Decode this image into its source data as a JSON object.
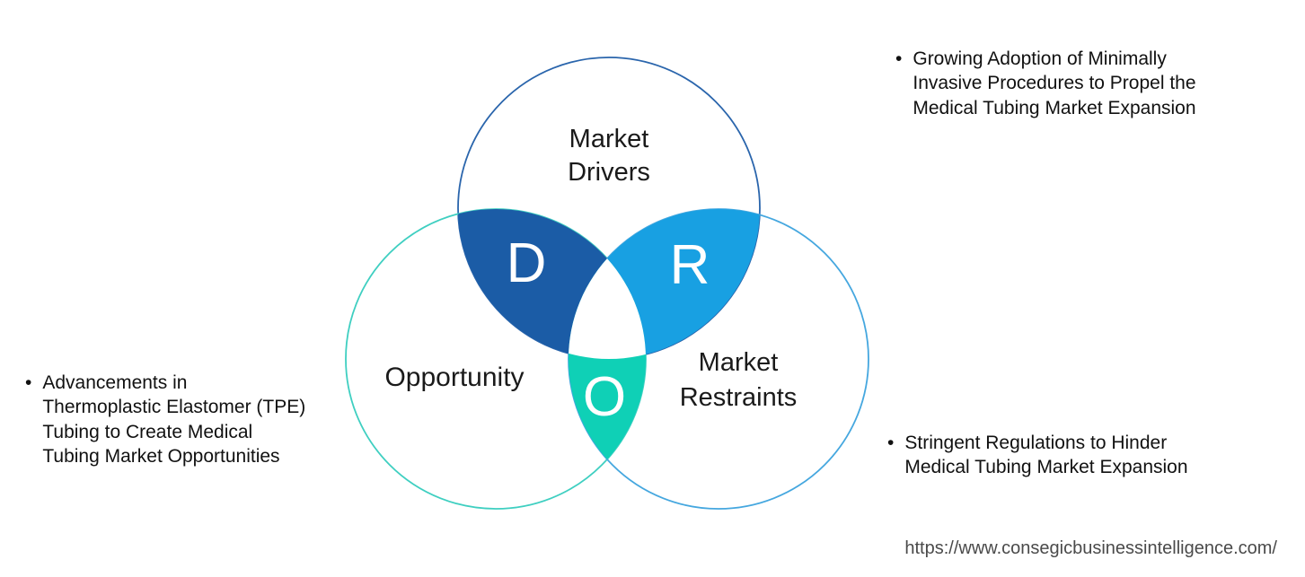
{
  "colors": {
    "background": "#ffffff",
    "drivers_outline": "#2A65AC",
    "opportunity_outline": "#3FCFC1",
    "restraints_outline": "#45A7DF",
    "d_region_fill": "#1B5CA6",
    "r_region_fill": "#18A0E2",
    "o_region_fill": "#0FD0B6",
    "triple_region_fill": "#ffffff",
    "letter_color": "#ffffff",
    "label_color": "#1a1a1a",
    "annotation_color": "#111111",
    "url_color": "#4a4a4a"
  },
  "venn": {
    "drivers": {
      "label_line1": "Market",
      "label_line2": "Drivers",
      "letter": "D"
    },
    "opportunity": {
      "label": "Opportunity",
      "letter": "O"
    },
    "restraints": {
      "label_line1": "Market",
      "label_line2": "Restraints",
      "letter": "R"
    }
  },
  "annotations": {
    "left": {
      "marker": "•",
      "lines": [
        "Advancements in",
        "Thermoplastic Elastomer (TPE)",
        "Tubing to Create Medical",
        "Tubing Market Opportunities"
      ]
    },
    "top_right": {
      "marker": "•",
      "lines": [
        "Growing Adoption of Minimally",
        "Invasive Procedures to Propel the",
        "Medical Tubing Market Expansion"
      ]
    },
    "bottom_right": {
      "marker": "•",
      "lines": [
        "Stringent Regulations to Hinder",
        "Medical Tubing Market Expansion"
      ]
    }
  },
  "footer": {
    "url": "https://www.consegicbusinessintelligence.com/"
  }
}
